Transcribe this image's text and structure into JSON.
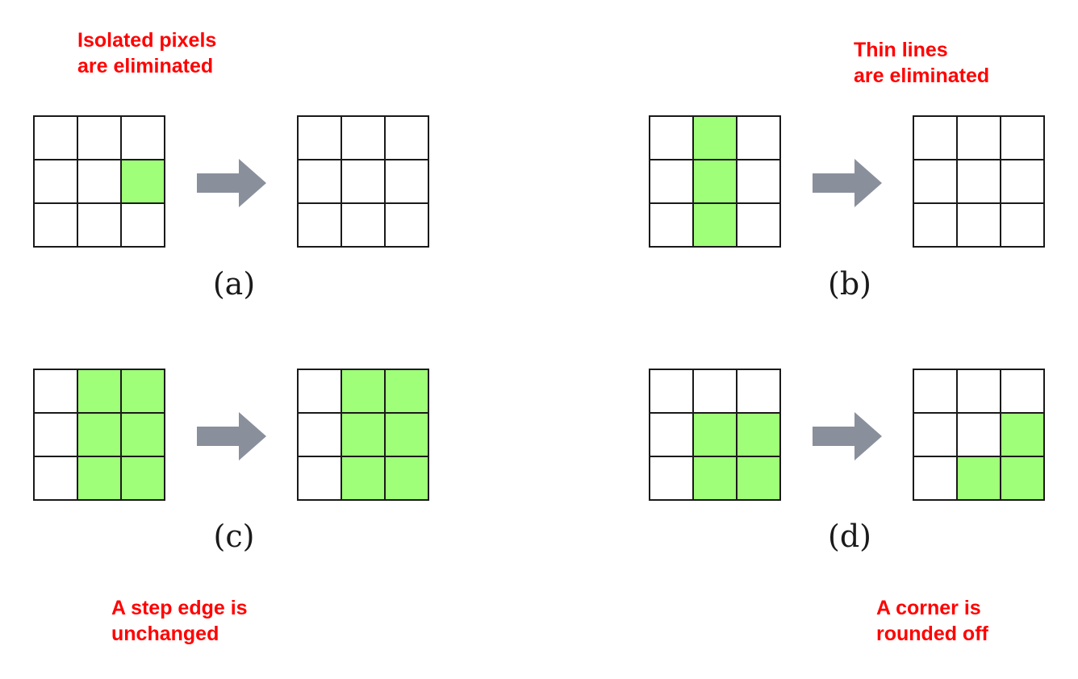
{
  "panels": [
    {
      "label": "(a)",
      "caption": [
        "Isolated pixels",
        "are eliminated"
      ],
      "before": [
        [
          0,
          0,
          0
        ],
        [
          0,
          0,
          1
        ],
        [
          0,
          0,
          0
        ]
      ],
      "after": [
        [
          0,
          0,
          0
        ],
        [
          0,
          0,
          0
        ],
        [
          0,
          0,
          0
        ]
      ]
    },
    {
      "label": "(b)",
      "caption": [
        "Thin lines",
        "are eliminated"
      ],
      "before": [
        [
          0,
          1,
          0
        ],
        [
          0,
          1,
          0
        ],
        [
          0,
          1,
          0
        ]
      ],
      "after": [
        [
          0,
          0,
          0
        ],
        [
          0,
          0,
          0
        ],
        [
          0,
          0,
          0
        ]
      ]
    },
    {
      "label": "(c)",
      "caption": [
        "A step edge is",
        "unchanged"
      ],
      "before": [
        [
          0,
          1,
          1
        ],
        [
          0,
          1,
          1
        ],
        [
          0,
          1,
          1
        ]
      ],
      "after": [
        [
          0,
          1,
          1
        ],
        [
          0,
          1,
          1
        ],
        [
          0,
          1,
          1
        ]
      ]
    },
    {
      "label": "(d)",
      "caption": [
        "A corner is",
        "rounded off"
      ],
      "before": [
        [
          0,
          0,
          0
        ],
        [
          0,
          1,
          1
        ],
        [
          0,
          1,
          1
        ]
      ],
      "after": [
        [
          0,
          0,
          0
        ],
        [
          0,
          0,
          1
        ],
        [
          0,
          1,
          1
        ]
      ]
    }
  ],
  "colors": {
    "caption": "#ff0000",
    "on_pixel": "#a0ff78",
    "off_pixel": "#ffffff",
    "grid_line": "#1a1a1a",
    "arrow": "#8a8f9c"
  }
}
